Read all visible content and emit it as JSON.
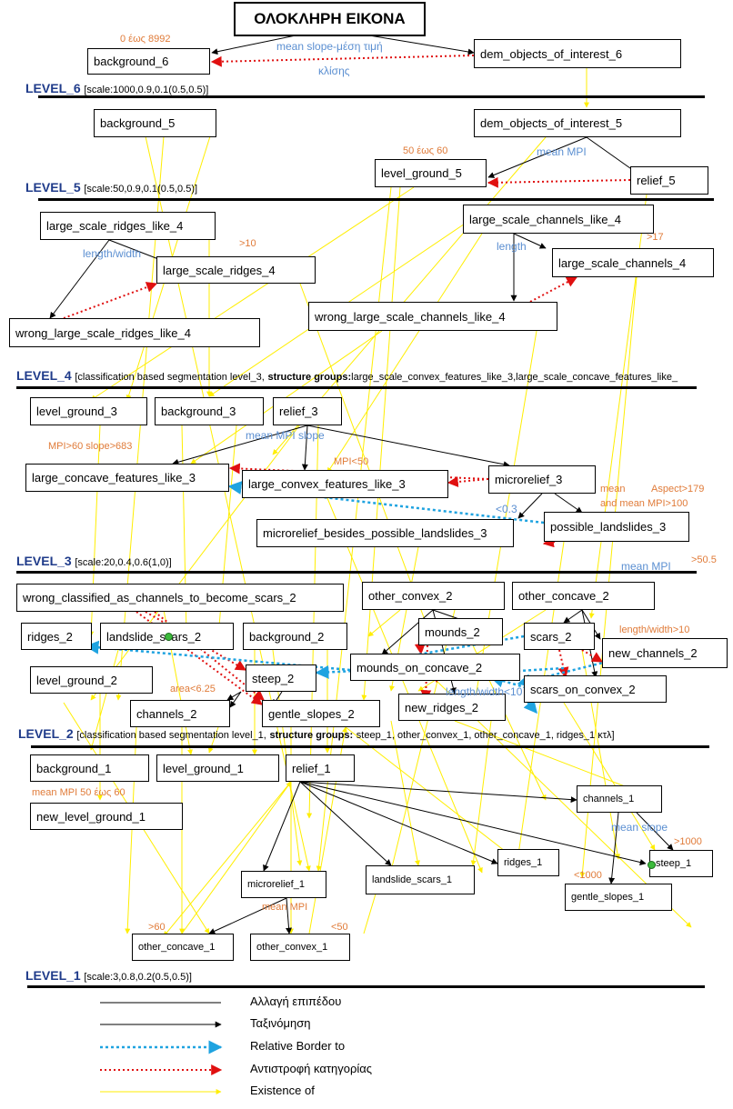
{
  "title": "ΟΛΟΚΛΗΡΗ ΕΙΚΟΝΑ",
  "levels": {
    "l6": {
      "name": "LEVEL_6",
      "text": "[scale:1000,0.9,0.1(0.5,0.5)]"
    },
    "l5": {
      "name": "LEVEL_5",
      "text": "[scale:50,0.9,0.1(0.5,0.5)]"
    },
    "l4": {
      "name": "LEVEL_4",
      "text": "[classification based segmentation level_3,",
      "bold": "structure groups:",
      "text2": "large_scale_convex_features_like_3,large_scale_concave_features_like_"
    },
    "l3": {
      "name": "LEVEL_3",
      "text": "[scale:20,0.4,0.6(1,0)]"
    },
    "l2": {
      "name": "LEVEL_2",
      "text": "[classification based segmentation level_1,",
      "bold": "structure groups:",
      "text2": "steep_1, other_convex_1, other_concave_1, ridges_1 κτλ]"
    },
    "l1": {
      "name": "LEVEL_1",
      "text": "[scale:3,0.8,0.2(0.5,0.5)]"
    }
  },
  "nodes": {
    "background6": "background_6",
    "dem6": "dem_objects_of_interest_6",
    "background5": "background_5",
    "dem5": "dem_objects_of_interest_5",
    "levelground5": "level_ground_5",
    "relief5": "relief_5",
    "lsrl4": "large_scale_ridges_like_4",
    "lsc_like4": "large_scale_channels_like_4",
    "lsr4": "large_scale_ridges_4",
    "lsc4": "large_scale_channels_4",
    "wrong_lsr4": "wrong_large_scale_ridges_like_4",
    "wrong_lsc4": "wrong_large_scale_channels_like_4",
    "levelground3": "level_ground_3",
    "background3": "background_3",
    "relief3": "relief_3",
    "lcf3": "large_concave_features_like_3",
    "lcvx3": "large_convex_features_like_3",
    "microrelief3": "microrelief_3",
    "mbpl3": "microrelief_besides_possible_landslides_3",
    "possible_ls3": "possible_landslides_3",
    "wrong_cls2": "wrong_classified_as_channels_to_become_scars_2",
    "other_convex2": "other_convex_2",
    "other_concave2": "other_concave_2",
    "ridges2": "ridges_2",
    "landslide_scars2": "landslide_scars_2",
    "background2": "background_2",
    "mounds2": "mounds_2",
    "scars2": "scars_2",
    "new_channels2": "new_channels_2",
    "level_ground2": "level_ground_2",
    "steep2": "steep_2",
    "mounds_on_concave2": "mounds_on_concave_2",
    "scars_on_convex2": "scars_on_convex_2",
    "channels2": "channels_2",
    "gentle_slopes2": "gentle_slopes_2",
    "new_ridges2": "new_ridges_2",
    "background1": "background_1",
    "level_ground1": "level_ground_1",
    "relief1": "relief_1",
    "new_level_ground1": "new_level_ground_1",
    "channels1": "channels_1",
    "steep1": "steep_1",
    "ridges1": "ridges_1",
    "landslide_scars1": "landslide_scars_1",
    "microrelief1": "microrelief_1",
    "gentle_slopes1": "gentle_slopes_1",
    "other_concave1": "other_concave_1",
    "other_convex1": "other_convex_1"
  },
  "annotations": {
    "a_0_8992": "0 έως 8992",
    "a_mean_slope": "mean slope-μέση τιμή",
    "a_klisis": "κλίσης",
    "a_50_60": "50 έως 60",
    "a_mean_mpi5": "mean MPI",
    "a_len_width4": "length/width",
    "a_gt10": ">10",
    "a_length4": "length",
    "a_gt17": ">17",
    "a_mpi_slope": "MPI>60 slope>683",
    "a_mean_mpi_slope": "mean MPI slope",
    "a_mpi_lt50": "MPI<50",
    "a_mean": "mean",
    "a_aspect": "Aspect>179",
    "a_and_mean_mpi": "and mean MPI>100",
    "a_lt03": "<0.3",
    "a_mean_mpi3": "mean MPI",
    "a_gt505": ">50.5",
    "a_len_width_gt10": "length/width>10",
    "a_area": "area<6.25",
    "a_len_width_lt10": "length/width<10",
    "a_mean_mpi_50_60": "mean MPI 50 έως 60",
    "a_mean_slope1": "mean slope",
    "a_gt1000": ">1000",
    "a_lt1000": "<1000",
    "a_mean_mpi1": "mean MPI",
    "a_gt60": ">60",
    "a_lt50": "<50"
  },
  "legend": {
    "items": [
      "Αλλαγή επιπέδου",
      "Ταξινόμηση",
      "Relative Border to",
      "Αντιστροφή κατηγορίας",
      "Existence of"
    ]
  },
  "colors": {
    "black": "#000000",
    "blue": "#1fa3e0",
    "red": "#e01010",
    "yellow": "#ffee00",
    "orange_text": "#e07b39",
    "blue_text": "#5b8fd1"
  }
}
